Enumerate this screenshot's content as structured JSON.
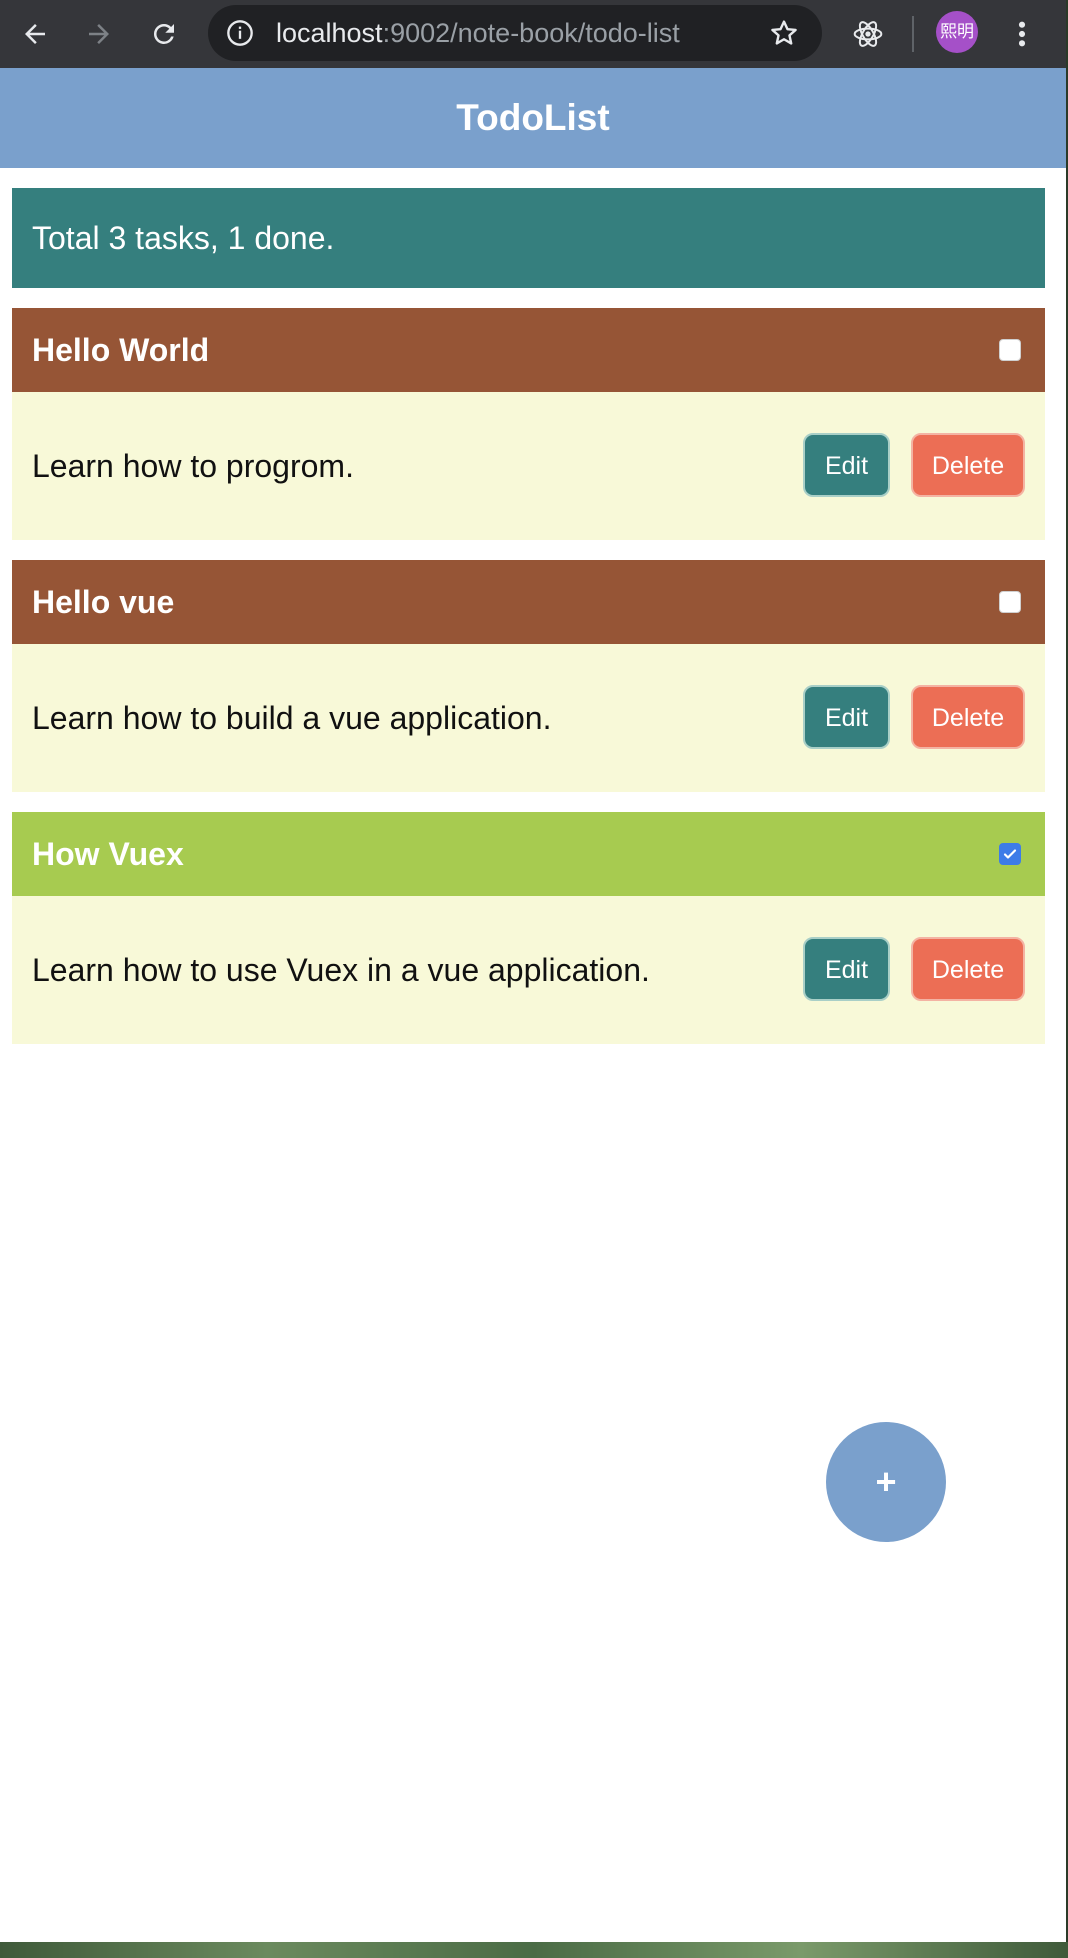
{
  "browser": {
    "url_host": "localhost",
    "url_path": ":9002/note-book/todo-list",
    "avatar_text": "熙明",
    "icons": [
      "back-arrow-icon",
      "forward-arrow-icon",
      "reload-icon",
      "info-icon",
      "star-icon",
      "react-devtools-icon",
      "kebab-menu-icon"
    ]
  },
  "app": {
    "title": "TodoList",
    "summary": "Total 3 tasks, 1 done.",
    "add_label": "+",
    "colors": {
      "header": "#7aa0cc",
      "summary": "#357f7e",
      "pending_head": "#965536",
      "done_head": "#a7cb50",
      "body": "#f8f9d8",
      "edit": "#357f7e",
      "delete": "#ec6e55"
    }
  },
  "tasks": [
    {
      "title": "Hello World",
      "description": "Learn how to progrom.",
      "done": false,
      "edit_label": "Edit",
      "delete_label": "Delete"
    },
    {
      "title": "Hello vue",
      "description": "Learn how to build a vue application.",
      "done": false,
      "edit_label": "Edit",
      "delete_label": "Delete"
    },
    {
      "title": "How Vuex",
      "description": "Learn how to use Vuex in a vue application.",
      "done": true,
      "edit_label": "Edit",
      "delete_label": "Delete"
    }
  ]
}
